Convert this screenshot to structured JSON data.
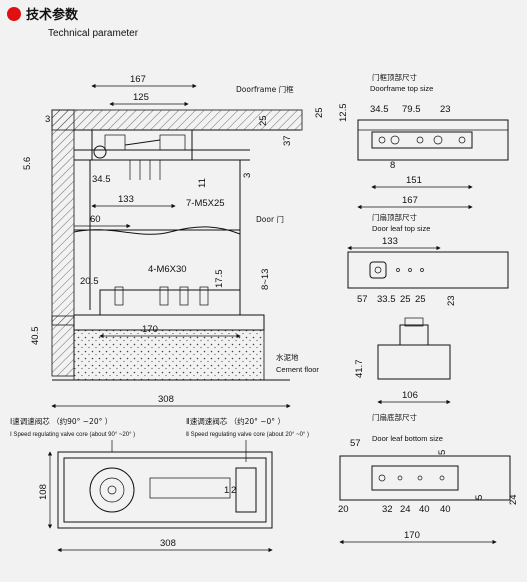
{
  "header": {
    "title_cn": "技术参数",
    "title_en": "Technical parameter",
    "bullet_color": "#e01010"
  },
  "main_view": {
    "dims": {
      "d167": "167",
      "d125": "125",
      "d3": "3",
      "d56": "5.6",
      "d345": "34.5",
      "d133": "133",
      "d11": "11",
      "d3b": "3",
      "d25": "25",
      "d37": "37",
      "d60": "60",
      "d205": "20.5",
      "d175": "17.5",
      "d813": "8~13",
      "d405": "40.5",
      "d170": "170",
      "d308": "308"
    },
    "labels": {
      "doorframe": "Doorframe 门框",
      "screw1": "7-M5X25",
      "door": "Door 门",
      "screw2": "4-M6X30",
      "cement_cn": "水泥地",
      "cement_en": "Cement floor"
    }
  },
  "frame_top": {
    "title_cn": "门框顶部尺寸",
    "title_en": "Doorframe top size",
    "dims": {
      "d25": "25",
      "d125": "12.5",
      "d345": "34.5",
      "d795": "79.5",
      "d23": "23",
      "d8": "8",
      "d151": "151",
      "d167": "167"
    }
  },
  "leaf_top": {
    "title_cn": "门扇顶部尺寸",
    "title_en": "Door leaf top size",
    "dims": {
      "d133": "133",
      "d57": "57",
      "d335": "33.5",
      "d25a": "25",
      "d25b": "25",
      "d23": "23"
    }
  },
  "closer_side": {
    "dims": {
      "d417": "41.7",
      "d106": "106"
    }
  },
  "leaf_bottom": {
    "title_cn": "门扇底部尺寸",
    "title_en": "Door leaf bottom size",
    "dims": {
      "d57": "57",
      "d5": "5",
      "d5b": "5",
      "d24": "24",
      "d20": "20",
      "d32": "32",
      "d24b": "24",
      "d40": "40",
      "d40b": "40",
      "d170": "170"
    }
  },
  "valves": {
    "v1_cn": "Ⅰ速调速阀芯 （约90° ~20° ）",
    "v1_en": "Ⅰ Speed regulating valve core (about 90° ~20° )",
    "v2_cn": "Ⅱ速调速阀芯 （约20° ~0° ）",
    "v2_en": "Ⅱ Speed regulating valve core (about 20° ~0° )"
  },
  "bottom_view": {
    "dims": {
      "d108": "108",
      "d308": "308"
    },
    "markers": {
      "m1": "1",
      "m2": "2"
    }
  }
}
